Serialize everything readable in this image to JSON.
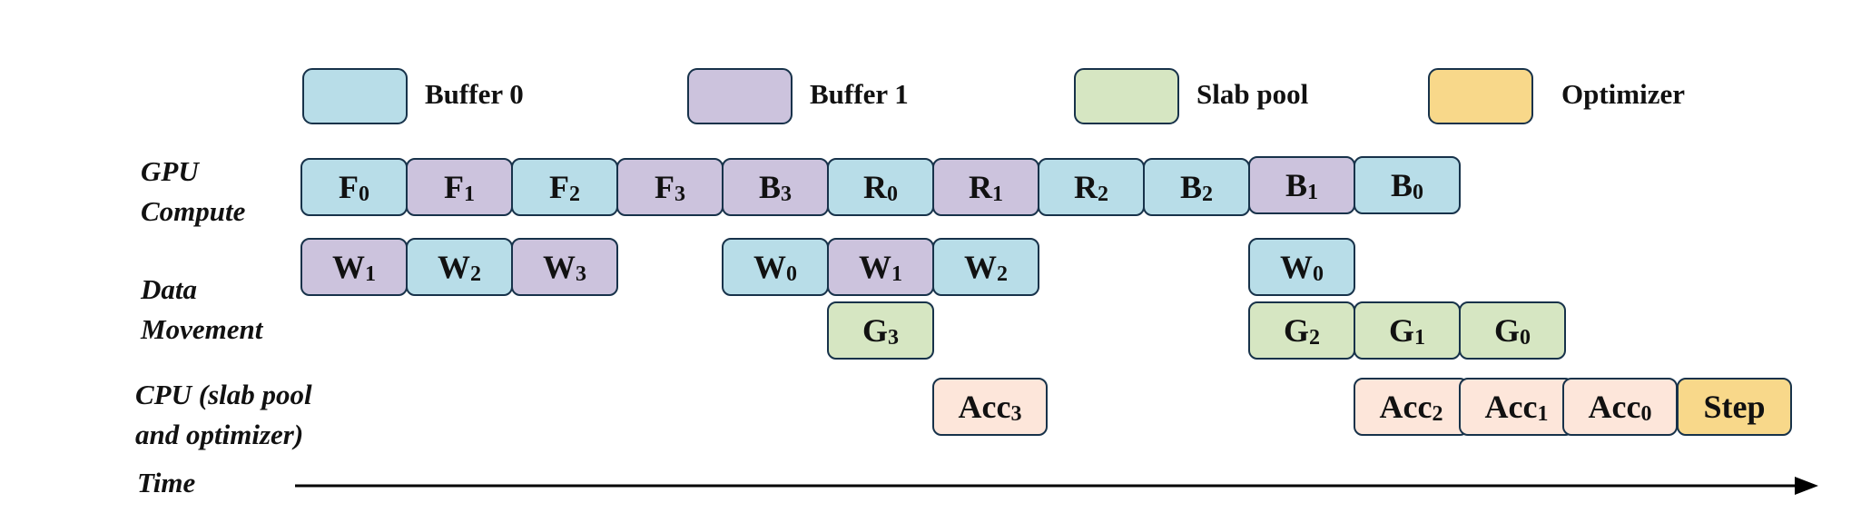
{
  "legend": [
    {
      "label": "Buffer 0",
      "color": "#b8dde8"
    },
    {
      "label": "Buffer 1",
      "color": "#ccc3dd"
    },
    {
      "label": "Slab pool",
      "color": "#d6e6c2"
    },
    {
      "label": "Optimizer",
      "color": "#f8d88a"
    }
  ],
  "rows": {
    "gpu_compute": [
      "GPU",
      "Compute"
    ],
    "data_movement": [
      "Data",
      "Movement"
    ],
    "cpu": [
      "CPU (slab pool",
      "and optimizer)"
    ],
    "time": "Time"
  },
  "blocks": {
    "gpu": [
      {
        "main": "F",
        "sub": "0",
        "kind": "buffer-0"
      },
      {
        "main": "F",
        "sub": "1",
        "kind": "buffer-1"
      },
      {
        "main": "F",
        "sub": "2",
        "kind": "buffer-0"
      },
      {
        "main": "F",
        "sub": "3",
        "kind": "buffer-1"
      },
      {
        "main": "B",
        "sub": "3",
        "kind": "buffer-1"
      },
      {
        "main": "R",
        "sub": "0",
        "kind": "buffer-0"
      },
      {
        "main": "R",
        "sub": "1",
        "kind": "buffer-1"
      },
      {
        "main": "R",
        "sub": "2",
        "kind": "buffer-0"
      },
      {
        "main": "B",
        "sub": "2",
        "kind": "buffer-0"
      },
      {
        "main": "B",
        "sub": "1",
        "kind": "buffer-1"
      },
      {
        "main": "B",
        "sub": "0",
        "kind": "buffer-0"
      }
    ],
    "weights": [
      {
        "main": "W",
        "sub": "1",
        "kind": "buffer-1"
      },
      {
        "main": "W",
        "sub": "2",
        "kind": "buffer-0"
      },
      {
        "main": "W",
        "sub": "3",
        "kind": "buffer-1"
      },
      {
        "main": "W",
        "sub": "0",
        "kind": "buffer-0"
      },
      {
        "main": "W",
        "sub": "1",
        "kind": "buffer-1"
      },
      {
        "main": "W",
        "sub": "2",
        "kind": "buffer-0"
      },
      {
        "main": "W",
        "sub": "0",
        "kind": "buffer-0"
      }
    ],
    "grads": [
      {
        "main": "G",
        "sub": "3",
        "kind": "slab-pool"
      },
      {
        "main": "G",
        "sub": "2",
        "kind": "slab-pool"
      },
      {
        "main": "G",
        "sub": "1",
        "kind": "slab-pool"
      },
      {
        "main": "G",
        "sub": "0",
        "kind": "slab-pool"
      }
    ],
    "cpu": [
      {
        "main": "Acc",
        "sub": "3",
        "kind": "accumulate"
      },
      {
        "main": "Acc",
        "sub": "2",
        "kind": "accumulate"
      },
      {
        "main": "Acc",
        "sub": "1",
        "kind": "accumulate"
      },
      {
        "main": "Acc",
        "sub": "0",
        "kind": "accumulate"
      },
      {
        "main": "Step",
        "sub": "",
        "kind": "optimizer"
      }
    ]
  }
}
